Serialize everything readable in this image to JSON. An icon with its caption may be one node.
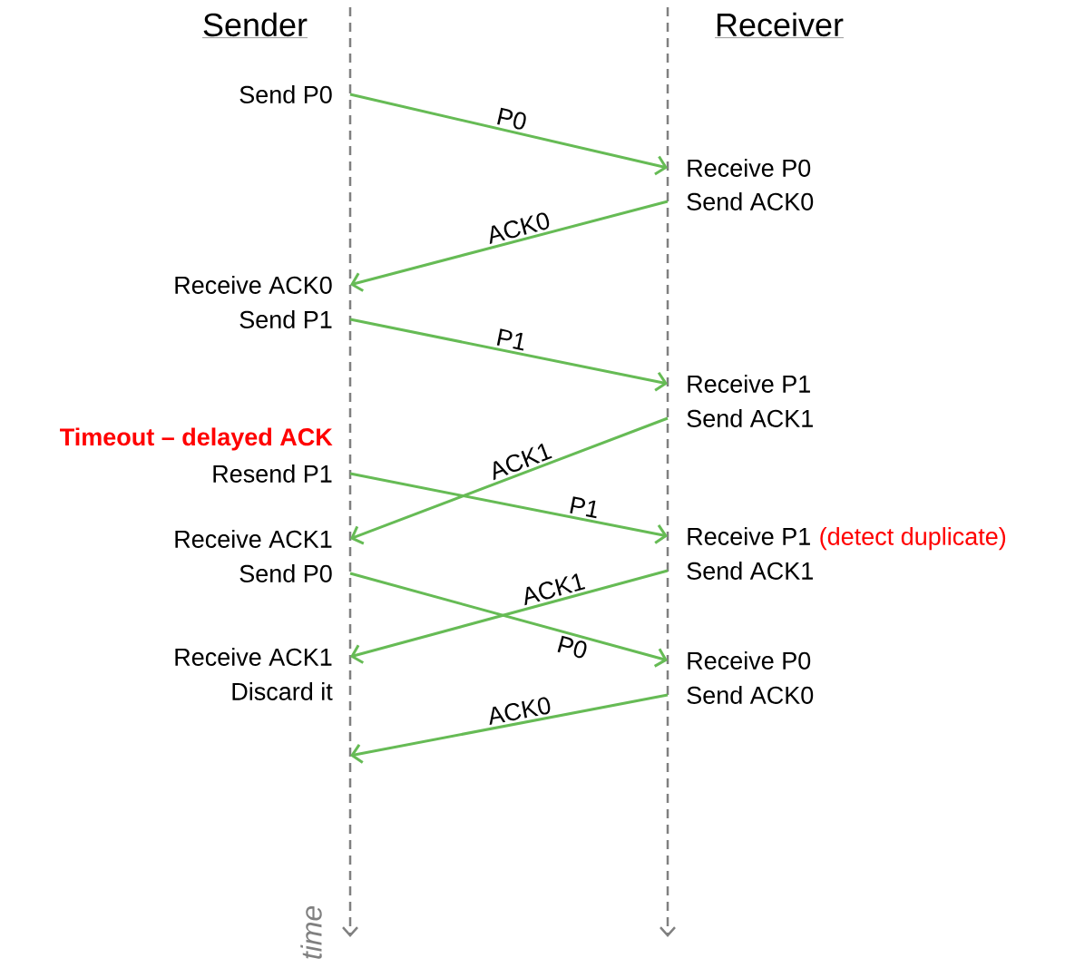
{
  "diagram": {
    "nodes": [
      {
        "text": [
          "Send P0"
        ]
      },
      {
        "text": [
          "Receive P0"
        ]
      },
      {
        "text": [
          "Send ACK0"
        ]
      },
      {
        "text": [
          "Receive ACK0"
        ]
      },
      {
        "text": [
          "Send P1"
        ]
      },
      {
        "text": [
          "Receive P1"
        ]
      },
      {
        "text": [
          "Send ACK1"
        ]
      },
      {
        "text": [
          "Resend P1"
        ]
      },
      {
        "text": [
          "Receive ACK1"
        ]
      },
      {
        "text": [
          "Receive P1"
        ],
        "beside": [
          "(detect duplicate)"
        ]
      },
      {
        "text": [
          "Send P0"
        ]
      },
      {
        "text": [
          "Send ACK1"
        ]
      },
      {
        "text": [
          "Receive ACK1"
        ]
      },
      {
        "text": [
          "Receive P0"
        ]
      },
      {
        "text": [
          "Send ACK0"
        ]
      }
    ],
    "edges": [
      {
        "from": 0,
        "to": 1,
        "arrow": "to",
        "label": "P0"
      },
      {
        "from": 2,
        "to": 3,
        "arrow": "to",
        "label": "ACK0"
      },
      {
        "from": 4,
        "to": 5,
        "arrow": "to",
        "label": "P1"
      },
      {
        "from": 6,
        "to": 8,
        "arrow": "to",
        "label": "ACK1"
      },
      {
        "from": 7,
        "to": 9,
        "arrow": "to",
        "label": "P1"
      },
      {
        "from": 11,
        "to": 12,
        "arrow": "to",
        "label": "ACK1"
      },
      {
        "from": 10,
        "to": 13,
        "arrow": "to",
        "label": "P0"
      },
      {
        "from": 14,
        "to": null,
        "arrow": "to",
        "label": "ACK0"
      }
    ],
    "labels": [
      "Sender",
      "Receiver",
      "Timeout – delayed ACK",
      "Discard it",
      "time"
    ]
  }
}
